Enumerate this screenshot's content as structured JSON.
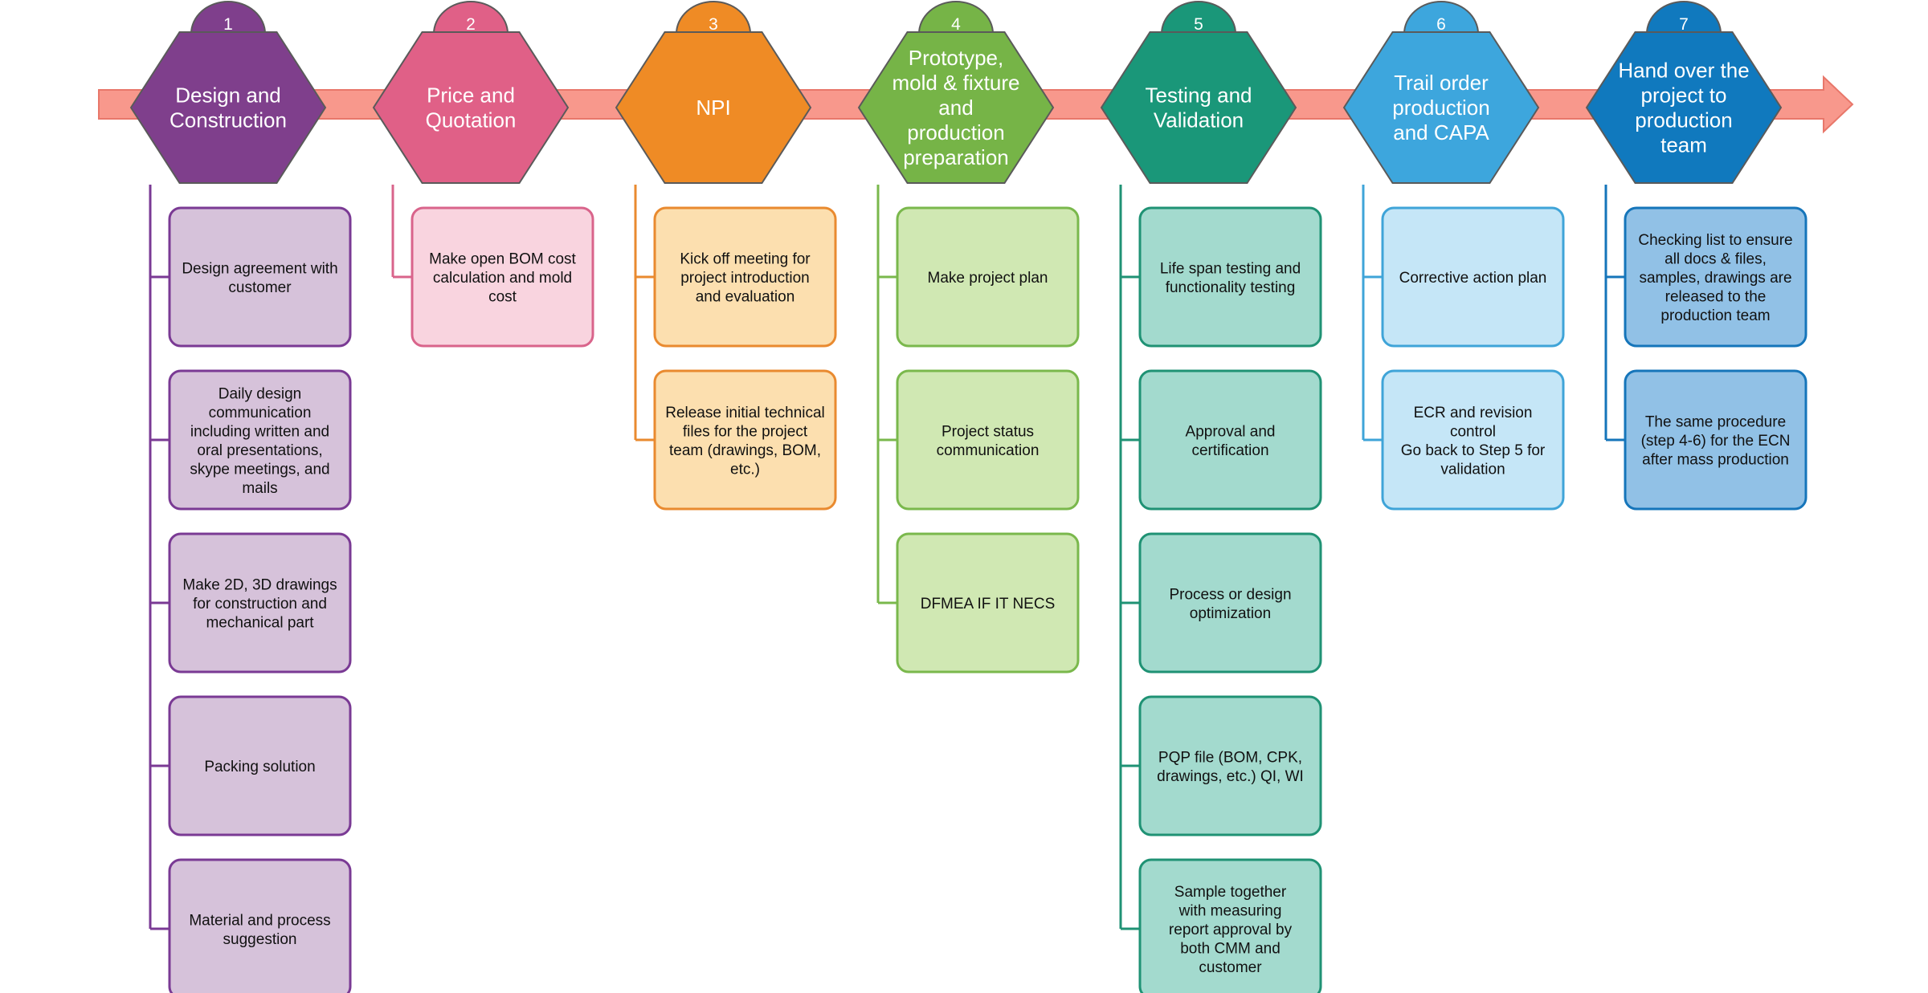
{
  "arrow": {
    "fill": "#F8988C",
    "stroke": "#E8776A"
  },
  "steps": [
    {
      "number": "1",
      "title": [
        "Design and",
        "Construction"
      ],
      "color": "#7F3F8C",
      "box_fill": "#D6C2DA",
      "box_stroke": "#7A3A94",
      "line_color": "#7A3A94",
      "tasks": [
        [
          "Design agreement with",
          "customer"
        ],
        [
          "Daily design",
          "communication",
          "including written and",
          "oral presentations,",
          "skype meetings, and",
          "mails"
        ],
        [
          "Make 2D, 3D drawings",
          "for construction and",
          "mechanical part"
        ],
        [
          "Packing solution"
        ],
        [
          "Material and process",
          "suggestion"
        ]
      ]
    },
    {
      "number": "2",
      "title": [
        "Price and",
        "Quotation"
      ],
      "color": "#E06087",
      "box_fill": "#F9D4DF",
      "box_stroke": "#D9648B",
      "line_color": "#D9648B",
      "tasks": [
        [
          "Make open BOM cost",
          "calculation and mold",
          "cost"
        ]
      ]
    },
    {
      "number": "3",
      "title": [
        "NPI"
      ],
      "color": "#EF8B25",
      "box_fill": "#FCDFAF",
      "box_stroke": "#E98A2F",
      "line_color": "#E98A2F",
      "tasks": [
        [
          "Kick off meeting for",
          "project introduction",
          "and evaluation"
        ],
        [
          "Release initial technical",
          "files for the project",
          "team (drawings, BOM,",
          "etc.)"
        ]
      ]
    },
    {
      "number": "4",
      "title": [
        "Prototype,",
        "mold & fixture",
        "and",
        "production",
        "preparation"
      ],
      "color": "#76B447",
      "box_fill": "#D0E8B3",
      "box_stroke": "#7AB84C",
      "line_color": "#7AB84C",
      "tasks": [
        [
          "Make project plan"
        ],
        [
          "Project status",
          "communication"
        ],
        [
          "DFMEA IF IT NECS"
        ]
      ]
    },
    {
      "number": "5",
      "title": [
        "Testing and",
        "Validation"
      ],
      "color": "#1A9779",
      "box_fill": "#A3DACE",
      "box_stroke": "#1F9274",
      "line_color": "#1F9274",
      "tasks": [
        [
          "Life span testing and",
          "functionality testing"
        ],
        [
          "Approval and",
          "certification"
        ],
        [
          "Process or design",
          "optimization"
        ],
        [
          "PQP file (BOM, CPK,",
          "drawings, etc.) QI, WI"
        ],
        [
          "Sample together",
          "with measuring",
          "report approval by",
          "both CMM and",
          "customer"
        ]
      ]
    },
    {
      "number": "6",
      "title": [
        "Trail order",
        "production",
        "and CAPA"
      ],
      "color": "#3DA6DD",
      "box_fill": "#C5E6F7",
      "box_stroke": "#3FA4D8",
      "line_color": "#3FA4D8",
      "tasks": [
        [
          "Corrective action plan"
        ],
        [
          "ECR and revision",
          "control",
          "Go back to Step 5 for",
          "validation"
        ]
      ]
    },
    {
      "number": "7",
      "title": [
        "Hand over the",
        "project to",
        "production",
        "team"
      ],
      "color": "#1079BE",
      "box_fill": "#91C1E6",
      "box_stroke": "#1575BA",
      "line_color": "#1575BA",
      "tasks": [
        [
          "Checking list to ensure",
          "all docs & files,",
          "samples, drawings are",
          "released to the",
          "production team"
        ],
        [
          "The same procedure",
          "(step 4-6) for the ECN",
          "after mass production"
        ]
      ]
    }
  ]
}
